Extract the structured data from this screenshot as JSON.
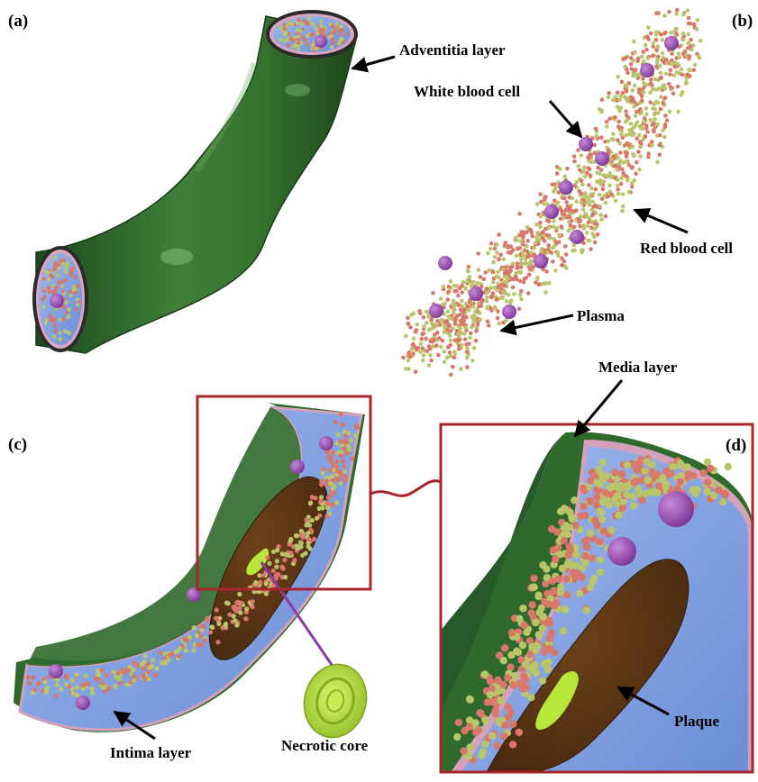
{
  "panels": {
    "a": "(a)",
    "b": "(b)",
    "c": "(c)",
    "d": "(d)"
  },
  "labels": {
    "adventitia": "Adventitia layer",
    "white_blood_cell": "White blood cell",
    "red_blood_cell": "Red blood cell",
    "plasma": "Plasma",
    "media": "Media layer",
    "intima": "Intima layer",
    "necrotic_core": "Necrotic core",
    "plaque": "Plaque"
  },
  "colors": {
    "adventitia": "#2f6a2c",
    "media": "#c98aa6",
    "intima": "#7fa0e0",
    "plaque": "#5b3514",
    "necrotic_core": "#b8e63a",
    "wbc": "#a14fc0",
    "rbc": "#d9776a",
    "plasma_particle": "#b9c56a",
    "zoom_box": "#a8262b"
  }
}
